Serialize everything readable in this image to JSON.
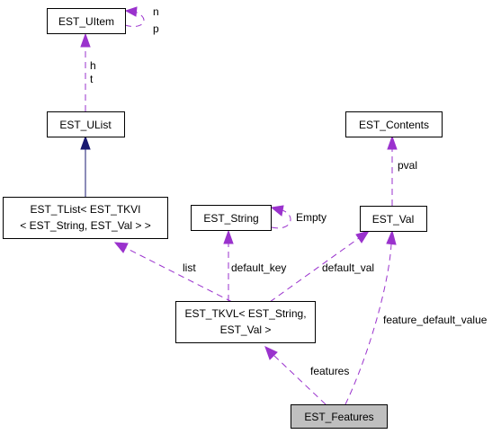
{
  "nodes": {
    "uitem": "EST_UItem",
    "ulist": "EST_UList",
    "tlist_line1": "EST_TList< EST_TKVI",
    "tlist_line2": "< EST_String, EST_Val > >",
    "string": "EST_String",
    "val": "EST_Val",
    "contents": "EST_Contents",
    "tkvl_line1": "EST_TKVL< EST_String,",
    "tkvl_line2": "EST_Val >",
    "features": "EST_Features"
  },
  "edge_labels": {
    "uitem_self_n": "n",
    "uitem_self_p": "p",
    "ulist_h": "h",
    "ulist_t": "t",
    "string_self": "Empty",
    "pval": "pval",
    "list": "list",
    "default_key": "default_key",
    "default_val": "default_val",
    "feature_default_value": "feature_default_value",
    "features": "features"
  },
  "colors": {
    "collaboration_edge": "#9a32cd",
    "inheritance_edge": "#191970",
    "focus_node_fill": "#bfbfbf"
  }
}
